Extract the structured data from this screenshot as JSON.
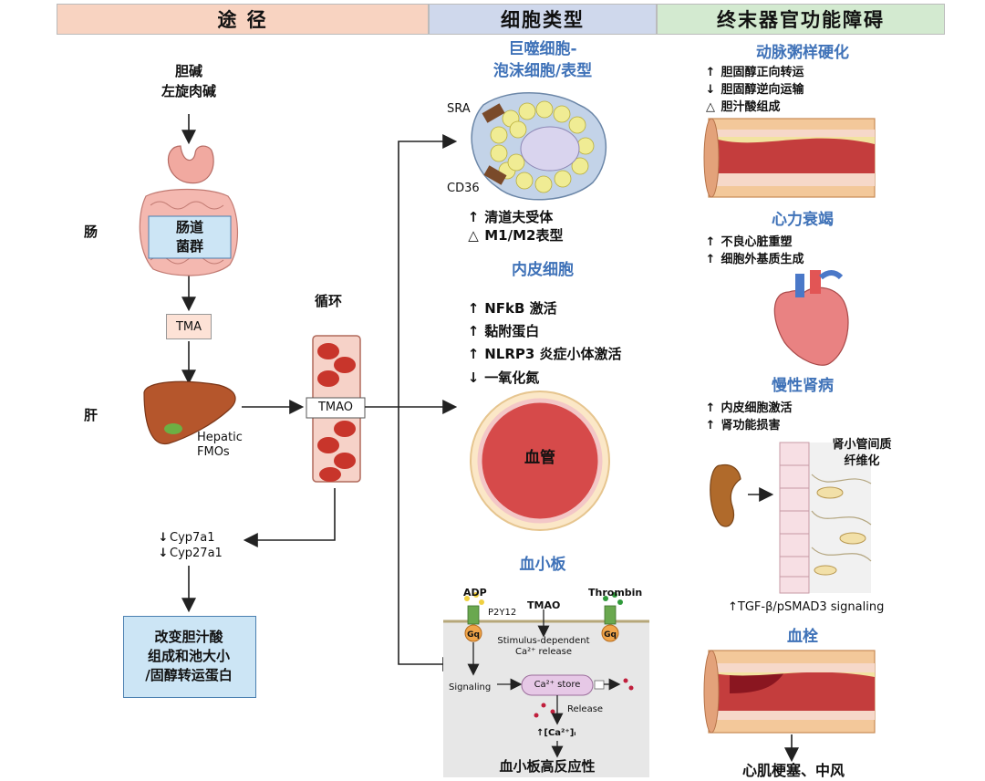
{
  "headers": {
    "col1": "途 径",
    "col2": "细胞类型",
    "col3": "终末器官功能障碍"
  },
  "pathway": {
    "precursor_1": "胆碱",
    "precursor_2": "左旋肉碱",
    "gut_label": "肠",
    "gut_box_1": "肠道",
    "gut_box_2": "菌群",
    "tma": "TMA",
    "liver_label": "肝",
    "hepatic_1": "Hepatic",
    "hepatic_2": "FMOs",
    "circulation": "循环",
    "tmao": "TMAO",
    "cyp_1": "Cyp7a1",
    "cyp_2": "Cyp27a1",
    "bile_box_1": "改变胆汁酸",
    "bile_box_2": "组成和池大小",
    "bile_box_3": "/固醇转运蛋白"
  },
  "cells": {
    "macro_title_1": "巨噬细胞-",
    "macro_title_2": "泡沫细胞/表型",
    "sra": "SRA",
    "cd36": "CD36",
    "macro_items": [
      {
        "sym": "↑",
        "text": "清道夫受体"
      },
      {
        "sym": "△",
        "text": "M1/M2表型"
      }
    ],
    "endo_title": "内皮细胞",
    "endo_items": [
      {
        "sym": "↑",
        "text": "NFkB 激活"
      },
      {
        "sym": "↑",
        "text": "黏附蛋白"
      },
      {
        "sym": "↑",
        "text": "NLRP3 炎症小体激活"
      },
      {
        "sym": "↓",
        "text": "一氧化氮"
      }
    ],
    "vessel": "血管",
    "platelet_title": "血小板",
    "adp": "ADP",
    "p2y12": "P2Y12",
    "tmao": "TMAO",
    "thrombin": "Thrombin",
    "gq_1": "Gq",
    "gq_2": "Gq",
    "stim_1": "Stimulus-dependent",
    "stim_2": "Ca²⁺ release",
    "signaling": "Signaling",
    "ca_store": "Ca²⁺ store",
    "release": "Release",
    "ca_up": "↑[Ca²⁺]ᵢ",
    "platelet_result": "血小板高反应性"
  },
  "organs": {
    "athero_title": "动脉粥样硬化",
    "athero_items": [
      {
        "sym": "↑",
        "text": "胆固醇正向转运"
      },
      {
        "sym": "↓",
        "text": "胆固醇逆向运输"
      },
      {
        "sym": "△",
        "text": "胆汁酸组成"
      }
    ],
    "hf_title": "心力衰竭",
    "hf_items": [
      {
        "sym": "↑",
        "text": "不良心脏重塑"
      },
      {
        "sym": "↑",
        "text": "细胞外基质生成"
      }
    ],
    "ckd_title": "慢性肾病",
    "ckd_items": [
      {
        "sym": "↑",
        "text": "内皮细胞激活"
      },
      {
        "sym": "↑",
        "text": "肾功能损害"
      }
    ],
    "fibrosis_1": "肾小管间质",
    "fibrosis_2": "纤维化",
    "tgf": "↑TGF-β/pSMAD3 signaling",
    "thrombosis_title": "血栓",
    "outcome": "心肌梗塞、中风"
  },
  "colors": {
    "header_1": "#f8d3c1",
    "header_2": "#cfd8ec",
    "header_3": "#d3ead0",
    "title_blue": "#3f72b8",
    "vessel_red": "#d64a4a",
    "box_blue": "#cce5f5"
  }
}
